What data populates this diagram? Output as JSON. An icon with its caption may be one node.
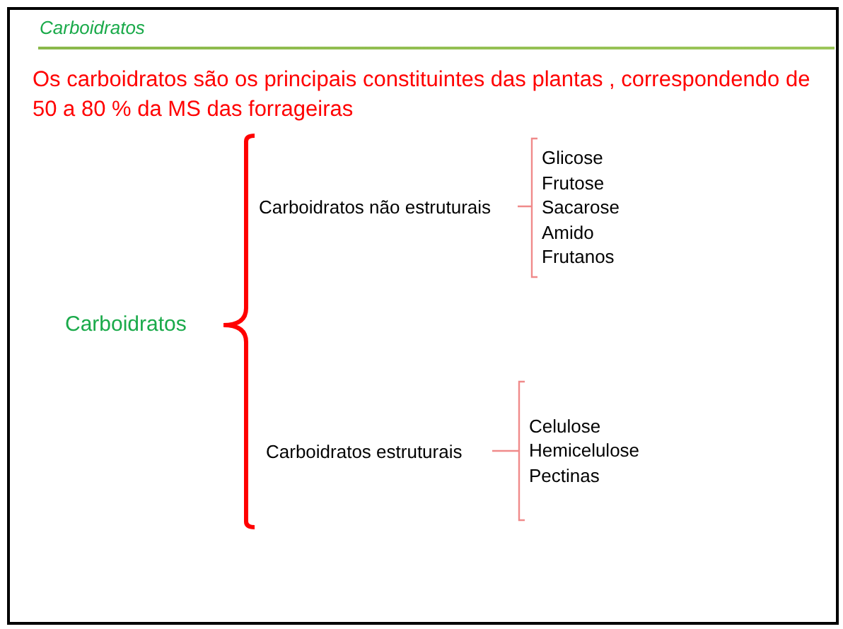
{
  "diagram": {
    "title": "Carboidratos",
    "nodes": [
      {
        "text": [
          "Carboidratos"
        ]
      },
      {
        "text": [
          "Carboidratos não estruturais"
        ]
      },
      {
        "text": [
          "Glicose",
          "Frutose",
          "Sacarose",
          "Amido",
          "Frutanos"
        ]
      },
      {
        "text": [
          "Carboidratos estruturais"
        ]
      },
      {
        "text": [
          "Celulose",
          "Hemicelulose",
          "Pectinas"
        ]
      }
    ],
    "edges": [
      {
        "from": 0,
        "to": 1,
        "arrow": "none",
        "style": "thick"
      },
      {
        "from": 0,
        "to": 3,
        "arrow": "none",
        "style": "thick"
      },
      {
        "from": 1,
        "to": 2,
        "arrow": "none",
        "color": "#f08a8a"
      },
      {
        "from": 3,
        "to": 4,
        "arrow": "none",
        "color": "#f08a8a"
      }
    ],
    "labels": [
      "Os carboidratos são os principais constituintes das plantas , correspondendo de 50 a 80 % da MS das forrageiras"
    ]
  }
}
